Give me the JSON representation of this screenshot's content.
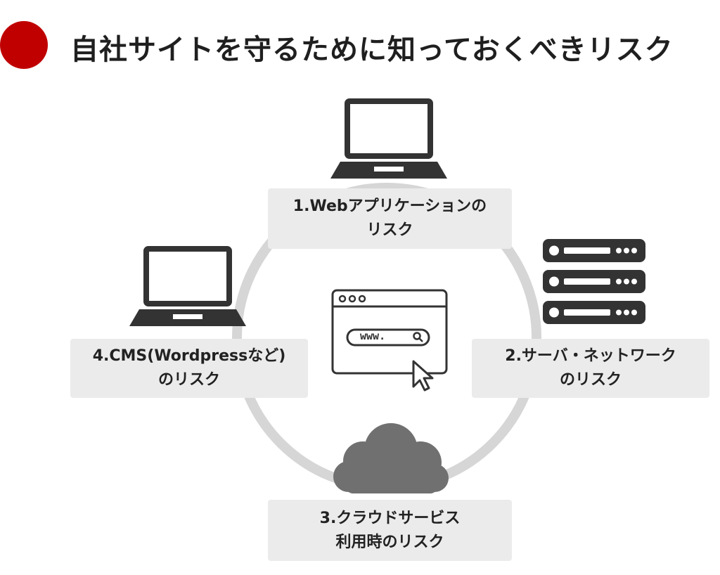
{
  "header": {
    "title": "自社サイトを守るために知っておくべきリスク"
  },
  "risks": [
    {
      "line1": "1.Webアプリケーションの",
      "line2": "リスク"
    },
    {
      "line1": "2.サーバ・ネットワーク",
      "line2": "のリスク"
    },
    {
      "line1": "3.クラウドサービス",
      "line2": "利用時のリスク"
    },
    {
      "line1": "4.CMS(Wordpressなど)",
      "line2": "のリスク"
    }
  ],
  "browser": {
    "url_text": "www."
  },
  "icons": {
    "top": "laptop-icon",
    "right": "server-icon",
    "bottom": "cloud-icon",
    "left": "laptop-icon",
    "center": "browser-window-icon"
  },
  "colors": {
    "accent": "#c00000",
    "ring": "#d6d6d6",
    "box": "#ebebeb",
    "icon_dark": "#333333",
    "cloud": "#707070"
  }
}
